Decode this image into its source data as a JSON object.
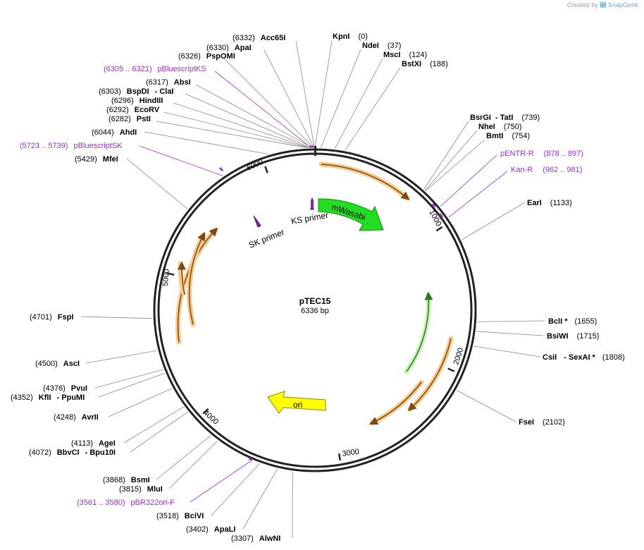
{
  "branding": {
    "created_by": "Created by",
    "product": "SnapGene"
  },
  "plasmid": {
    "name": "pTEC15",
    "size_label": "6336 bp",
    "length": 6336
  },
  "ticks": [
    "1000",
    "2000",
    "3000",
    "4000",
    "5000",
    "6000"
  ],
  "sites": [
    {
      "name": "Acc65I",
      "pos": "(6332)"
    },
    {
      "name": "ApaI",
      "pos": "(6330)"
    },
    {
      "name": "PspOMI",
      "pos": "(6326)"
    },
    {
      "name": "AbsI",
      "pos": "(6317)"
    },
    {
      "name": "BspDI",
      "name2": "ClaI",
      "pos": "(6303)"
    },
    {
      "name": "HindIII",
      "pos": "(6296)"
    },
    {
      "name": "EcoRV",
      "pos": "(6292)"
    },
    {
      "name": "PstI",
      "pos": "(6282)"
    },
    {
      "name": "AhdI",
      "pos": "(6044)"
    },
    {
      "name": "MfeI",
      "pos": "(5429)"
    },
    {
      "name": "KpnI",
      "pos": "(0)"
    },
    {
      "name": "NdeI",
      "pos": "(37)"
    },
    {
      "name": "MscI",
      "pos": "(124)"
    },
    {
      "name": "BstXI",
      "pos": "(188)"
    },
    {
      "name": "BsrGI",
      "name2": "TatI",
      "pos": "(739)"
    },
    {
      "name": "NheI",
      "pos": "(750)"
    },
    {
      "name": "BmtI",
      "pos": "(754)"
    },
    {
      "name": "EarI",
      "pos": "(1133)"
    },
    {
      "name": "BclI *",
      "pos": "(1655)"
    },
    {
      "name": "BsiWI",
      "pos": "(1715)"
    },
    {
      "name": "CsiI",
      "name2": "SexAI *",
      "pos": "(1808)"
    },
    {
      "name": "FseI",
      "pos": "(2102)"
    },
    {
      "name": "FspI",
      "pos": "(4701)"
    },
    {
      "name": "AscI",
      "pos": "(4500)"
    },
    {
      "name": "PvuI",
      "pos": "(4376)"
    },
    {
      "name": "KflI",
      "name2": "PpuMI",
      "pos": "(4352)"
    },
    {
      "name": "AvrII",
      "pos": "(4248)"
    },
    {
      "name": "AgeI",
      "pos": "(4113)"
    },
    {
      "name": "BbvCI",
      "name2": "Bpu10I",
      "pos": "(4072)"
    },
    {
      "name": "BsmI",
      "pos": "(3868)"
    },
    {
      "name": "MluI",
      "pos": "(3815)"
    },
    {
      "name": "BciVI",
      "pos": "(3518)"
    },
    {
      "name": "ApaLI",
      "pos": "(3402)"
    },
    {
      "name": "AlwNI",
      "pos": "(3307)"
    }
  ],
  "primers": [
    {
      "range": "(6305 .. 6321)",
      "name": "pBluescriptKS"
    },
    {
      "range": "(5723 .. 5739)",
      "name": "pBluescriptSK"
    },
    {
      "range": "(878 .. 897)",
      "name": "pENTR-R"
    },
    {
      "range": "(962 .. 981)",
      "name": "Kan-R"
    },
    {
      "range": "(3561 .. 3580)",
      "name": "pBR322ori-F"
    }
  ],
  "features": [
    {
      "name": "mWasabi",
      "color": "#22dd22"
    },
    {
      "name": "ori",
      "color": "#ffff00"
    },
    {
      "name": "KS primer",
      "color": "#7a2bb0"
    },
    {
      "name": "SK primer",
      "color": "#7a2bb0"
    },
    {
      "name": "orange-arc",
      "color": "#f2a43a"
    },
    {
      "name": "green-arc",
      "color": "#7fd66a"
    }
  ]
}
